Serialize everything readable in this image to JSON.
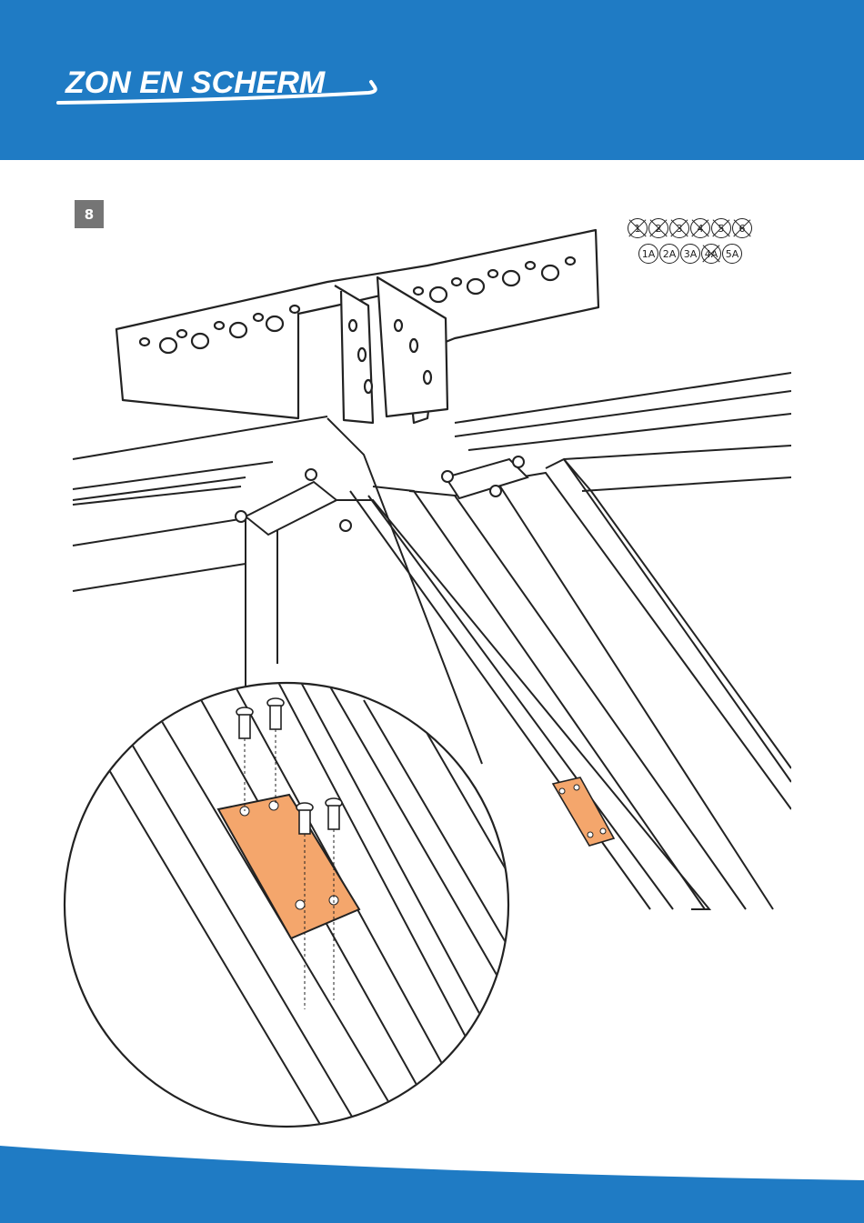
{
  "header": {
    "brand": "ZON EN SCHERM",
    "brand_color": "#1f7bc4"
  },
  "step": {
    "number": "8"
  },
  "variants": {
    "top_row": [
      {
        "label": "1",
        "excluded": true
      },
      {
        "label": "2",
        "excluded": true
      },
      {
        "label": "3",
        "excluded": true
      },
      {
        "label": "4",
        "excluded": true
      },
      {
        "label": "5",
        "excluded": true
      },
      {
        "label": "6",
        "excluded": true
      }
    ],
    "bottom_row": [
      {
        "label": "1A",
        "excluded": false
      },
      {
        "label": "2A",
        "excluded": false
      },
      {
        "label": "3A",
        "excluded": false
      },
      {
        "label": "4A",
        "excluded": true
      },
      {
        "label": "5A",
        "excluded": false
      }
    ]
  },
  "illustration": {
    "accent_color": "#f4a66c",
    "icons": [
      "mounting-bracket-icon",
      "rail-profile-icon",
      "connector-plate-icon",
      "screw-icon",
      "detail-magnifier-icon"
    ]
  }
}
